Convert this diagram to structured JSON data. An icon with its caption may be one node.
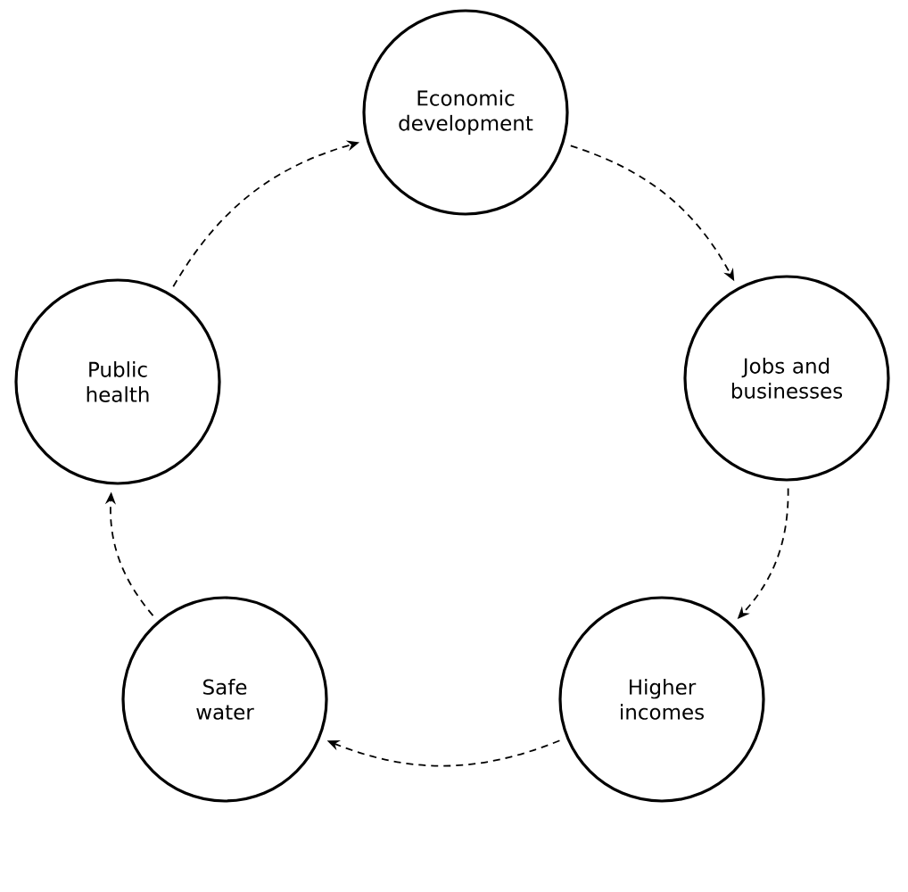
{
  "diagram": {
    "nodes": [
      {
        "text": [
          "Economic development"
        ]
      },
      {
        "text": [
          "Jobs and businesses"
        ]
      },
      {
        "text": [
          "Higher incomes"
        ]
      },
      {
        "text": [
          "Safe water"
        ]
      },
      {
        "text": [
          "Public health"
        ]
      }
    ],
    "edges": [
      {
        "from": 0,
        "to": 1,
        "arrow": "to",
        "style": "dashed"
      },
      {
        "from": 1,
        "to": 2,
        "arrow": "to",
        "style": "dashed"
      },
      {
        "from": 2,
        "to": 3,
        "arrow": "to",
        "style": "dashed"
      },
      {
        "from": 3,
        "to": 4,
        "arrow": "to",
        "style": "dashed"
      },
      {
        "from": 4,
        "to": 0,
        "arrow": "to",
        "style": "dashed"
      }
    ]
  }
}
